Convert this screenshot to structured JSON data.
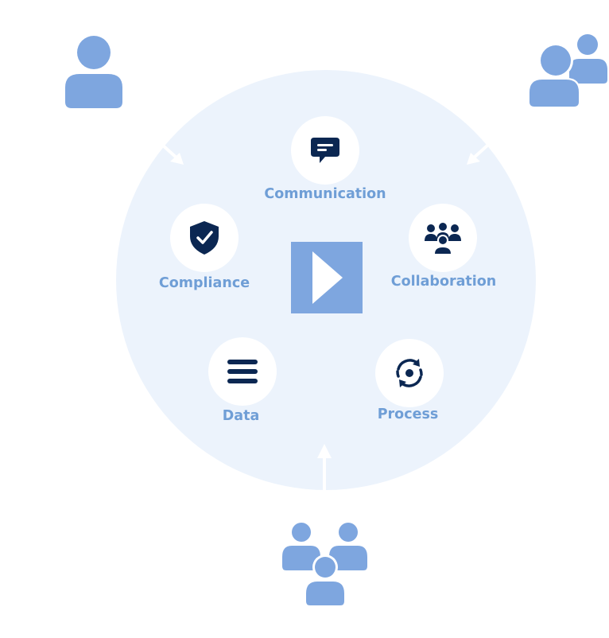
{
  "diagram": {
    "nodes": [
      {
        "id": "communication",
        "label": "Communication",
        "icon": "chat-bubble-icon"
      },
      {
        "id": "compliance",
        "label": "Compliance",
        "icon": "shield-check-icon"
      },
      {
        "id": "collaboration",
        "label": "Collaboration",
        "icon": "group-icon"
      },
      {
        "id": "data",
        "label": "Data",
        "icon": "menu-lines-icon"
      },
      {
        "id": "process",
        "label": "Process",
        "icon": "refresh-cycle-icon"
      }
    ],
    "center": {
      "icon": "play-icon"
    },
    "actors": [
      {
        "id": "single-user",
        "icon": "user-icon"
      },
      {
        "id": "pair-users",
        "icon": "users-pair-icon"
      },
      {
        "id": "team-users",
        "icon": "team-icon"
      }
    ],
    "colors": {
      "circle_fill": "#ecf3fc",
      "accent": "#7ea6df",
      "label": "#6f9ed6",
      "icon_dark": "#0b2752",
      "actor": "#7ea6df"
    }
  }
}
